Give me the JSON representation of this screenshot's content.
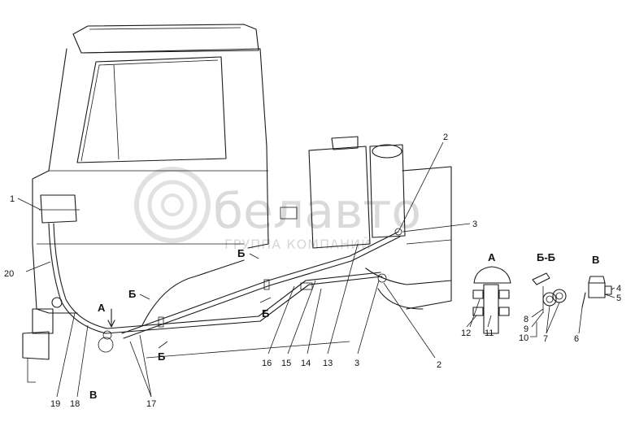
{
  "watermark": {
    "brand": "белавто",
    "subtitle": "ГРУППА КОМПАНИЙ"
  },
  "view_labels": {
    "a_main": "А",
    "a_detail": "А",
    "b_section_1": "Б",
    "b_section_2": "Б",
    "b_section_3": "Б",
    "b_section_4": "Б",
    "bb_detail": "Б-Б",
    "v_main": "В",
    "v_detail": "В"
  },
  "callouts": {
    "c1": "1",
    "c2_top": "2",
    "c2_bottom": "2",
    "c3_top": "3",
    "c3_bottom": "3",
    "c4": "4",
    "c5": "5",
    "c6": "6",
    "c7": "7",
    "c8": "8",
    "c9": "9",
    "c10": "10",
    "c11": "11",
    "c12": "12",
    "c13": "13",
    "c14": "14",
    "c15": "15",
    "c16": "16",
    "c17": "17",
    "c18": "18",
    "c19": "19",
    "c20": "20"
  },
  "icons": [
    "logo-icon",
    "arrow-icon",
    "clamp-icon"
  ],
  "colors": {
    "line": "#1a1a1a",
    "background": "#ffffff",
    "watermark": "#bdbdbd"
  }
}
